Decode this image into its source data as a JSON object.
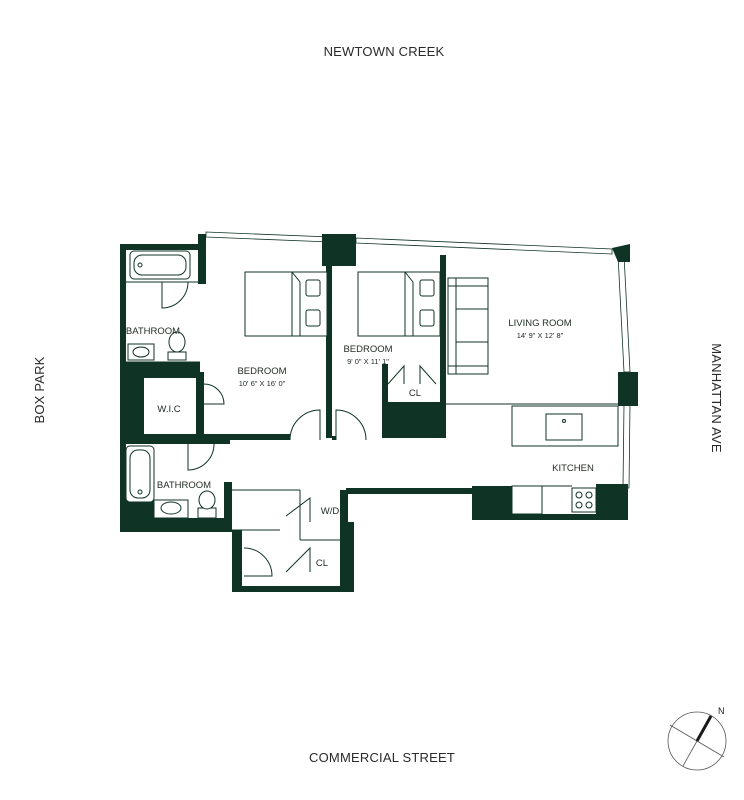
{
  "streets": {
    "north": "NEWTOWN CREEK",
    "south": "COMMERCIAL STREET",
    "west": "BOX PARK",
    "east": "MANHATTAN AVE"
  },
  "rooms": {
    "bathroom_1": "BATHROOM",
    "bathroom_2": "BATHROOM",
    "bedroom_1": {
      "label": "BEDROOM",
      "dims": "10'  6\" X 16'  0\""
    },
    "bedroom_2": {
      "label": "BEDROOM",
      "dims": "9'  0\" X 11'  1\""
    },
    "living": {
      "label": "LIVING ROOM",
      "dims": "14'  9\" X 12'  8\""
    },
    "kitchen": "KITCHEN",
    "wic": "W.I.C",
    "wd": "W/D",
    "closet_1": "CL",
    "closet_2": "CL"
  },
  "compass": {
    "north_label": "N"
  },
  "colors": {
    "wall": "#0f3324"
  }
}
